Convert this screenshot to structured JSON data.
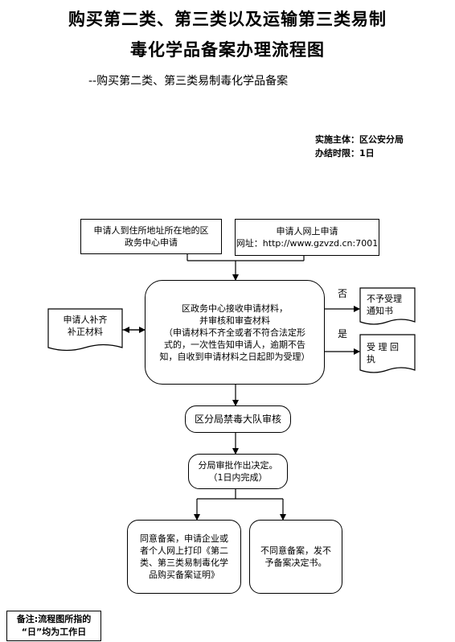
{
  "title": {
    "line1": "购买第二类、第三类以及运输第三类易制",
    "line2": "毒化学品备案办理流程图",
    "subtitle": "--购买第二类、第三类易制毒化学品备案"
  },
  "meta": {
    "authority": "实施主体：区公安分局",
    "deadline": "办结时限：1日"
  },
  "nodes": {
    "apply_center": [
      "申请人到住所地址所在地的区",
      "政务中心申请"
    ],
    "apply_online": [
      "申请人网上申请",
      "网址：http://www.gzvzd.cn:7001"
    ],
    "receive": [
      "区政务中心接收申请材料，",
      "并审核和审查材料",
      "（申请材料不齐全或者不符合法定形",
      "式的，一次性告知申请人，逾期不告",
      "知，自收到申请材料之日起即为受理）"
    ],
    "supplement": [
      "申请人补齐",
      "补正材料"
    ],
    "reject_notice": [
      "不予受理",
      "通知书"
    ],
    "receipt": [
      "受 理 回",
      "执"
    ],
    "review": [
      "区分局禁毒大队审核"
    ],
    "decision": [
      "分局审批作出决定。",
      "（1日内完成）"
    ],
    "approve": [
      "同意备案，申请企业或",
      "者个人网上打印《第二",
      "类、第三类易制毒化学",
      "品购买备案证明》"
    ],
    "deny": [
      "不同意备案，发不",
      "予备案决定书。"
    ]
  },
  "edge_labels": {
    "no": "否",
    "yes": "是"
  },
  "note": [
    "备注:流程图所指的",
    "“日”均为工作日"
  ]
}
